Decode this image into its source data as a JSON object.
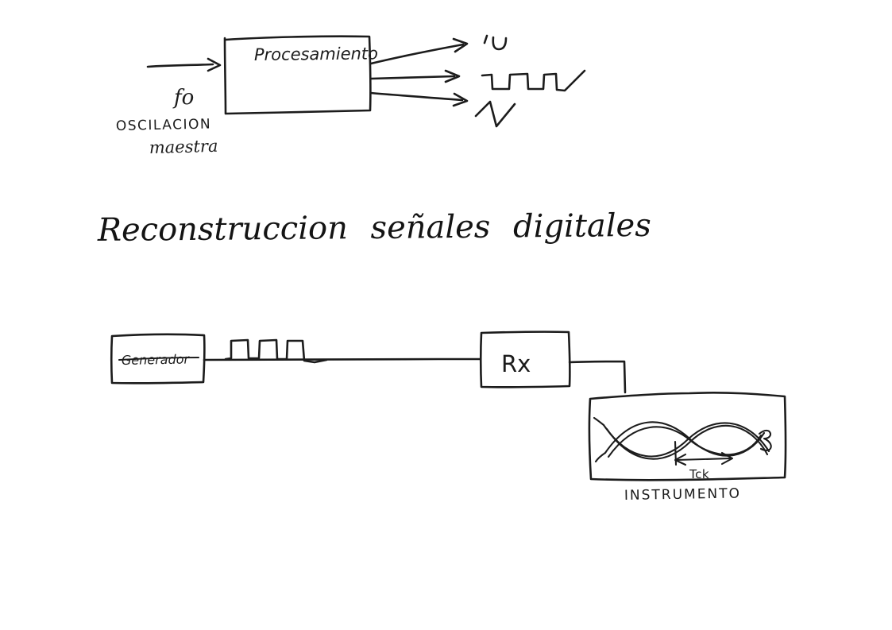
{
  "title": "Reconstruccion señales digitales",
  "top_diagram": {
    "process_box_label": "Procesamiento",
    "input_signal_label": "fo",
    "input_caption_line1": "OSCILACION",
    "input_caption_line2": "maestra",
    "output_waveform_icons": [
      "sine-wave-icon",
      "square-wave-icon",
      "triangle-wave-icon"
    ]
  },
  "bottom_diagram": {
    "generator_label": "Generador",
    "receiver_label": "Rx",
    "clock_period_label": "Tck",
    "instrument_label": "INSTRUMENTO",
    "eye_diagram_icon": "eye-diagram-sketch"
  },
  "colors": {
    "ink": "#1c1c1c",
    "background": "#ffffff"
  }
}
